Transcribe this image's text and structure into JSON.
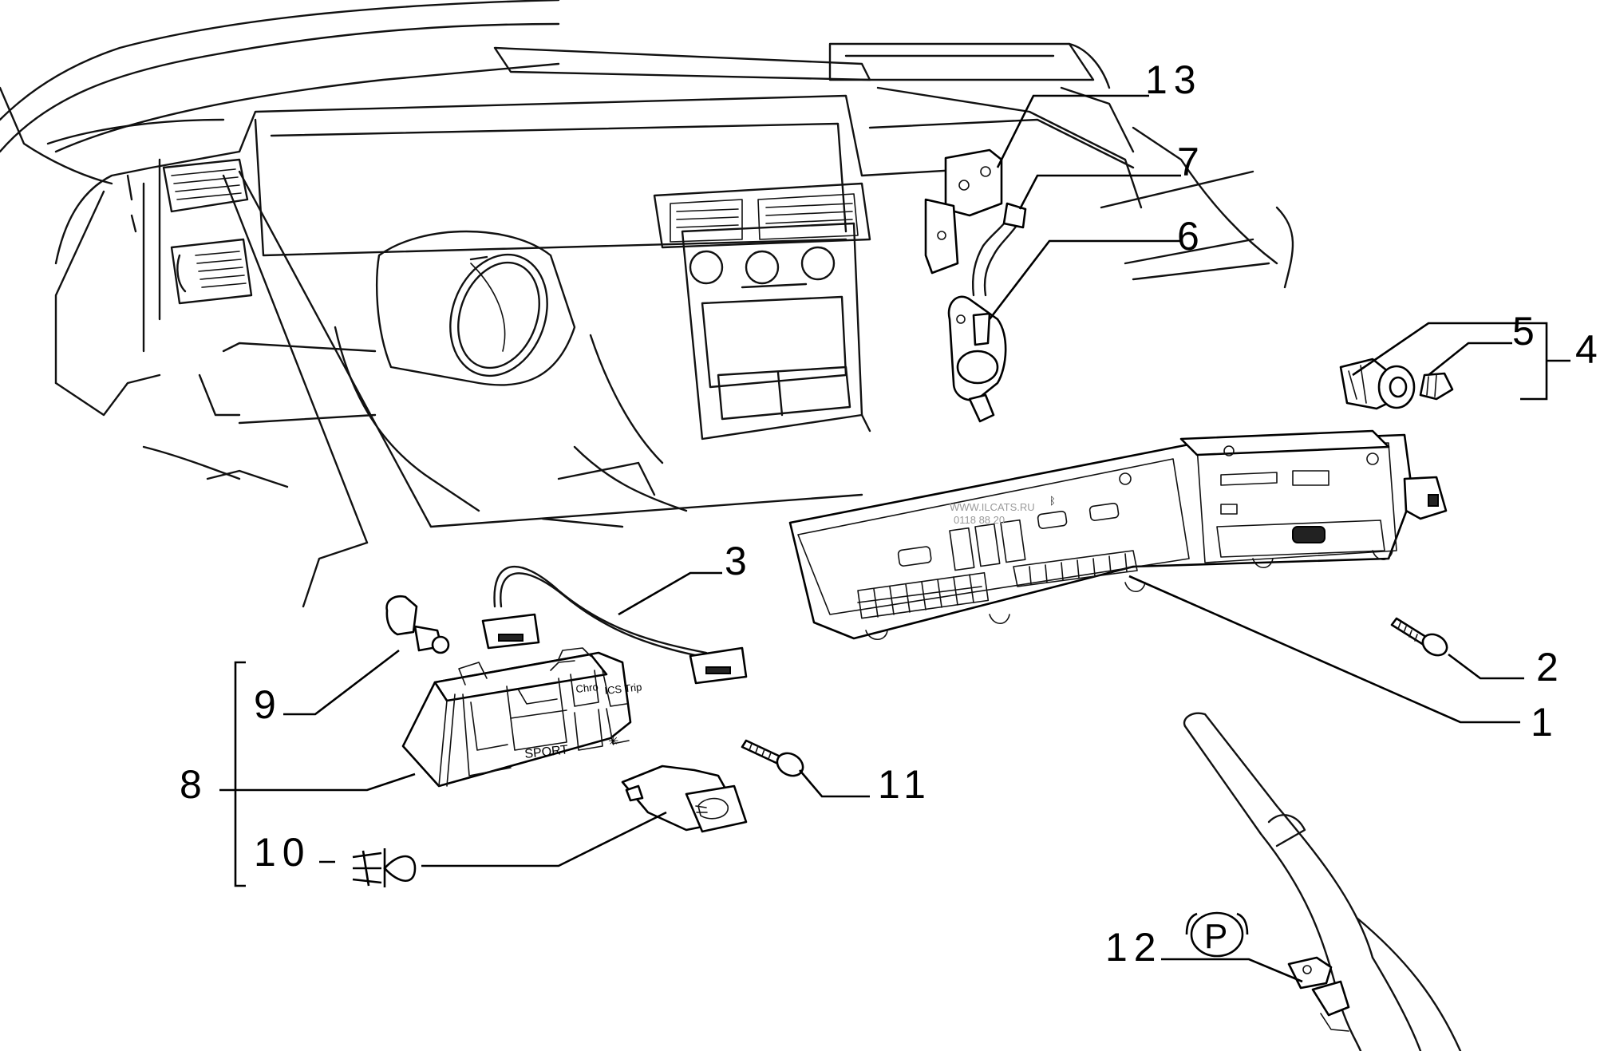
{
  "callouts": [
    "1",
    "2",
    "3",
    "4",
    "5",
    "6",
    "7",
    "8",
    "9",
    "10",
    "11",
    "12",
    "13"
  ],
  "control_panel_labels": {
    "sport": "SPORT",
    "chrono": "Chro",
    "trip": "ICS Trip"
  },
  "park_symbol": "P",
  "watermark": "WWW.ILCATS.RU",
  "watermark_code": "0118 88 20"
}
